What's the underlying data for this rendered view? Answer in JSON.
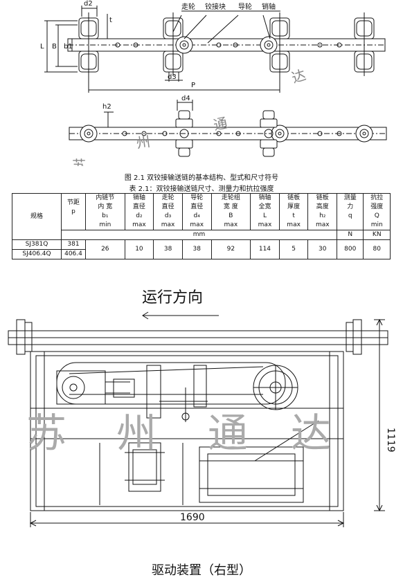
{
  "top_diagram": {
    "labels": {
      "d2": "d2",
      "t": "t",
      "L": "L",
      "B": "B",
      "b1": "b1",
      "d3": "d3",
      "P": "P",
      "d4": "d4",
      "h2": "h2",
      "walk_wheel": "走轮",
      "hinge_block": "铰接块",
      "guide_wheel": "导轮",
      "pin": "销轴"
    }
  },
  "captions": {
    "figure": "图 2.1    双铰接输送链的基本结构、型式和尺寸符号",
    "table": "表 2.1：双铰接输送链尺寸、测量力和抗拉强度"
  },
  "table": {
    "spec_header": "规格",
    "columns": [
      {
        "l1": "节距",
        "l2": "",
        "l3": "p"
      },
      {
        "l1": "内链节",
        "l2": "内  宽",
        "l3": "b₁",
        "l4": "min"
      },
      {
        "l1": "销轴",
        "l2": "直径",
        "l3": "d₂",
        "l4": "max"
      },
      {
        "l1": "走轮",
        "l2": "直径",
        "l3": "d₃",
        "l4": "max"
      },
      {
        "l1": "导轮",
        "l2": "直径",
        "l3": "d₄",
        "l4": "max"
      },
      {
        "l1": "走轮组",
        "l2": "宽  度",
        "l3": "B",
        "l4": "max"
      },
      {
        "l1": "销轴",
        "l2": "全宽",
        "l3": "L",
        "l4": "max"
      },
      {
        "l1": "链板",
        "l2": "厚度",
        "l3": "t",
        "l4": "max"
      },
      {
        "l1": "链板",
        "l2": "高度",
        "l3": "h₂",
        "l4": "max"
      },
      {
        "l1": "测量",
        "l2": "力",
        "l3": "q",
        "l4": ""
      },
      {
        "l1": "抗拉",
        "l2": "强度",
        "l3": "Q",
        "l4": "min"
      }
    ],
    "unit_mm": "mm",
    "unit_n": "N",
    "unit_kn": "KN",
    "rows": [
      {
        "spec": "SJ381Q",
        "p": "381"
      },
      {
        "spec": "SJ406.4Q",
        "p": "406.4"
      }
    ],
    "shared": {
      "b1": "26",
      "d2": "10",
      "d3": "38",
      "d4": "38",
      "B": "92",
      "L": "114",
      "t": "5",
      "h2": "30",
      "q": "800",
      "Q": "80"
    }
  },
  "drive": {
    "direction": "运行方向",
    "height": "1119",
    "width": "1690",
    "title": "驱动装置（右型）"
  },
  "watermarks": {
    "small": [
      "苏",
      "州",
      "通",
      "达"
    ],
    "large": [
      "苏",
      "州",
      "通",
      "达"
    ]
  }
}
